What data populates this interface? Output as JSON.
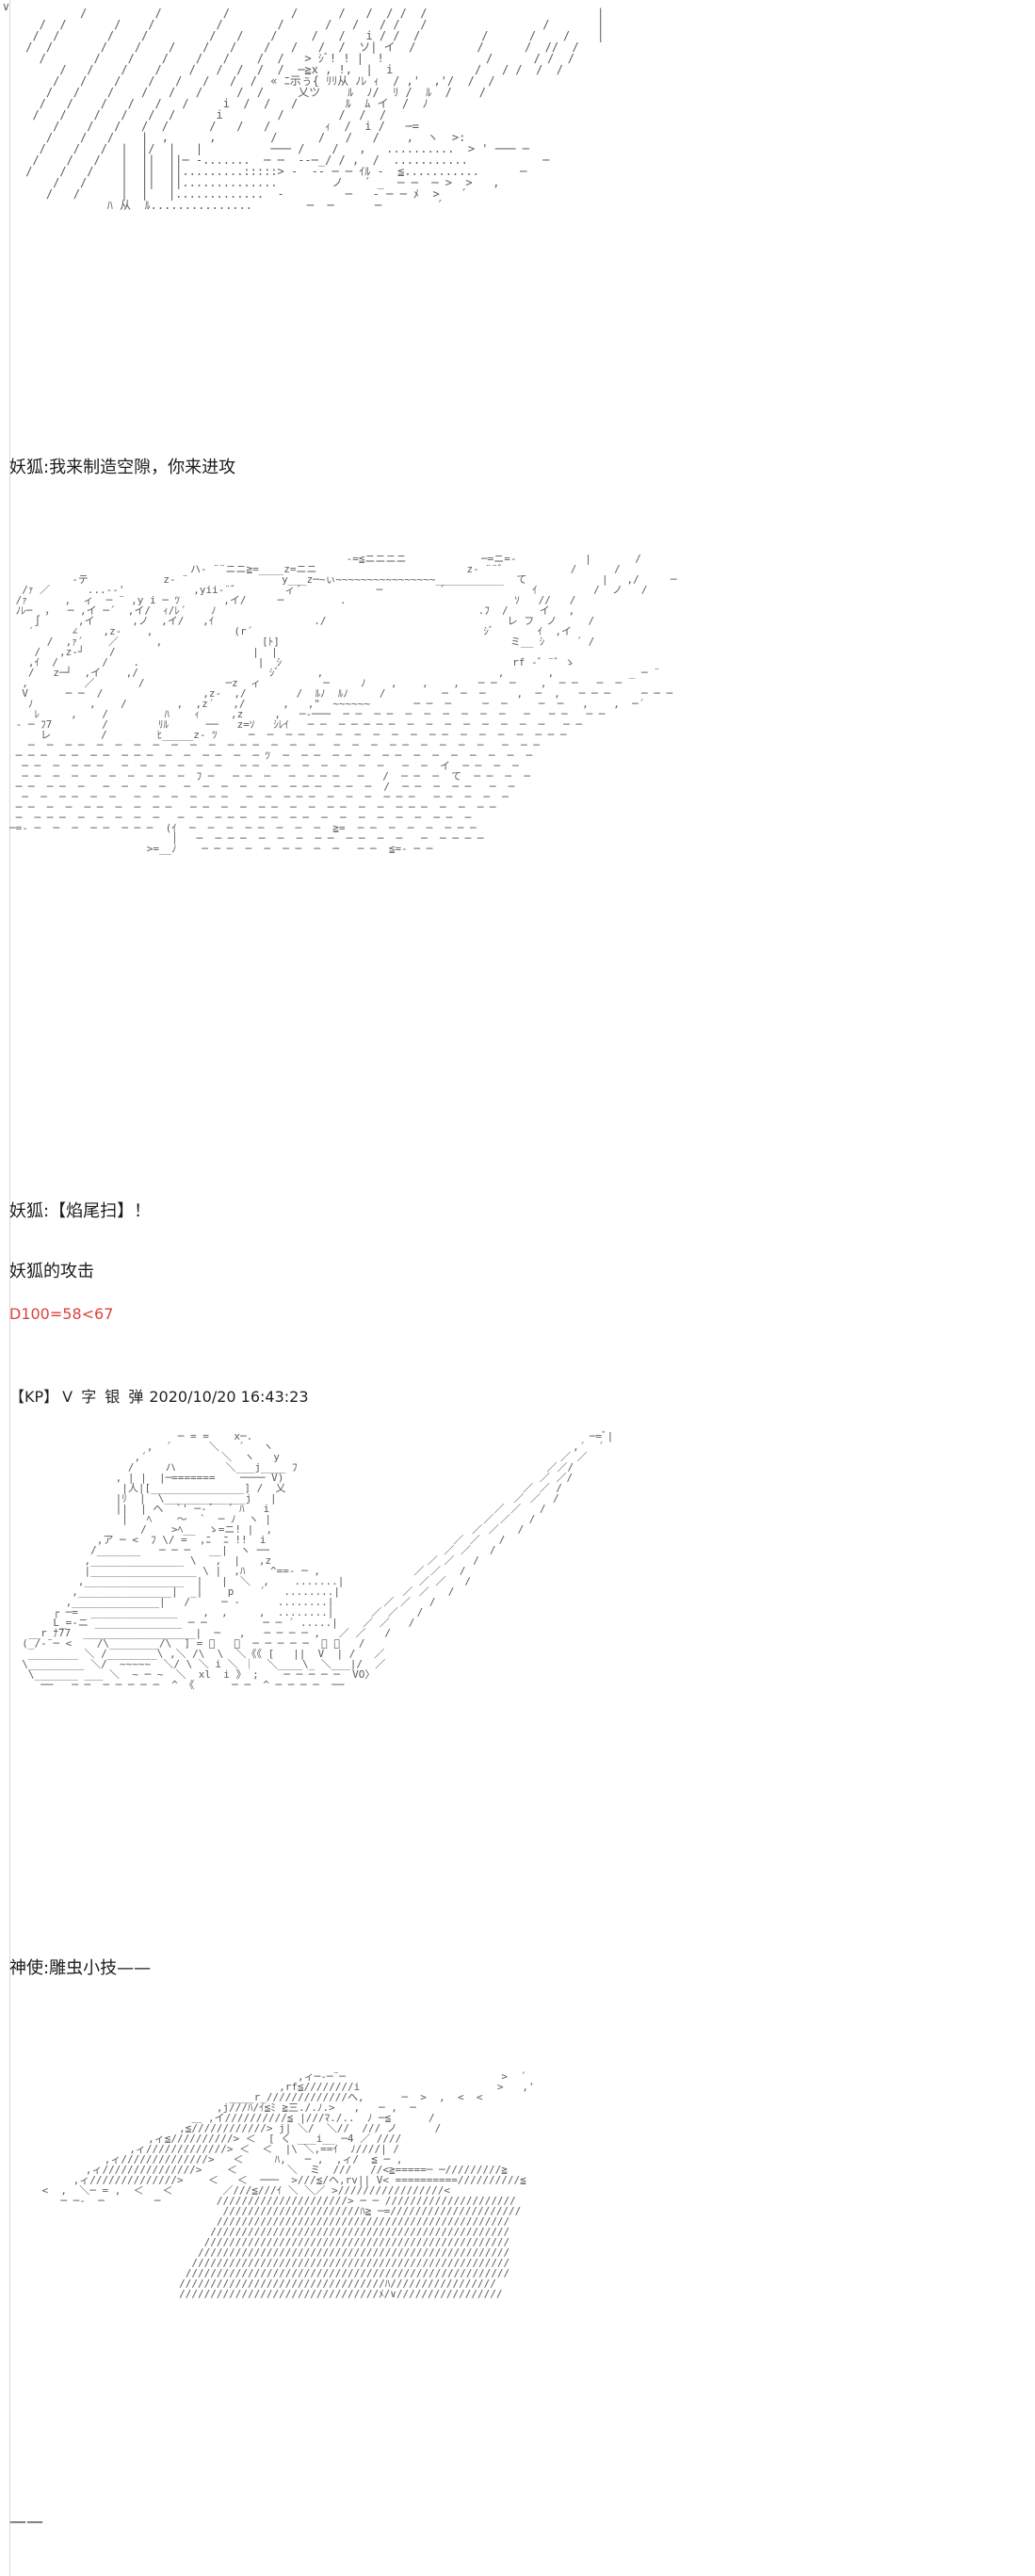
{
  "posts": [
    {
      "caption_1": "妖狐:我来制造空隙，你来进攻"
    },
    {
      "caption_1": "妖狐:【焰尾扫】！",
      "caption_2": "妖狐的攻击",
      "dice": "D100=58<67"
    },
    {
      "header": {
        "tag": "【KP】",
        "name": "V 字 银 弹",
        "timestamp": "2020/10/20 16:43:23"
      },
      "caption_1": "神使:雕虫小技——"
    }
  ],
  "corner_mark": "∨",
  "end_mark": "——",
  "colors": {
    "dice": "#d9433b",
    "art": "#5a5a5a"
  }
}
